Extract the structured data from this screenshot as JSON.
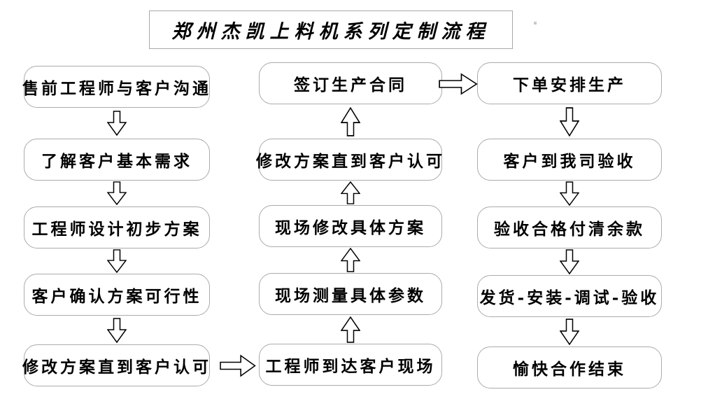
{
  "title": "郑州杰凯上料机系列定制流程",
  "colors": {
    "background": "#ffffff",
    "box_border": "#ababab",
    "box_fill": "#ffffff",
    "text": "#000000",
    "arrow_stroke": "#000000",
    "arrow_fill": "#ffffff"
  },
  "columns": {
    "left": {
      "boxes": [
        "售前工程师与客户沟通",
        "了解客户基本需求",
        "工程师设计初步方案",
        "客户确认方案可行性",
        "修改方案直到客户认可"
      ]
    },
    "middle": {
      "boxes": [
        "签订生产合同",
        "修改方案直到客户认可",
        "现场修改具体方案",
        "现场测量具体参数",
        "工程师到达客户现场"
      ]
    },
    "right": {
      "boxes": [
        "下单安排生产",
        "客户到我司验收",
        "验收合格付清余款",
        "发货-安装-调试-验收",
        "愉快合作结束"
      ]
    }
  },
  "icons": {
    "down_arrow": "hollow-down-arrow",
    "up_arrow": "hollow-up-arrow",
    "right_arrow": "hollow-right-arrow"
  },
  "flow_direction_notes": {
    "left_column": "top-to-bottom",
    "middle_column": "bottom-to-top",
    "right_column": "top-to-bottom"
  }
}
